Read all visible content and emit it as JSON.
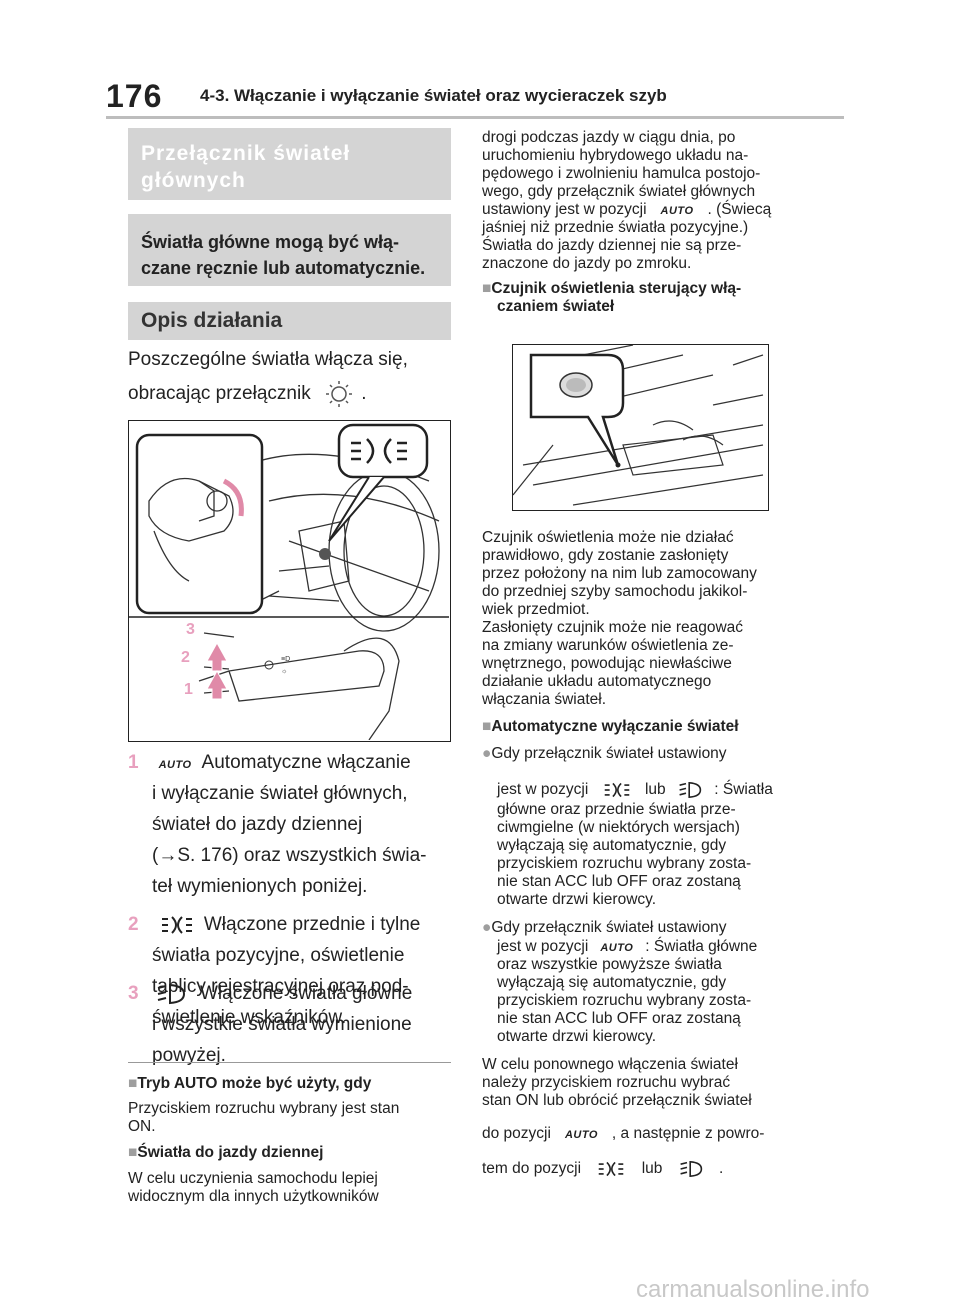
{
  "header": {
    "page_number": "176",
    "title": "4-3. Włączanie i wyłączanie świateł oraz wycieraczek szyb"
  },
  "box1": {
    "line1": "Przełącznik świateł",
    "line2": "głównych"
  },
  "box2": {
    "line1": "Światła główne mogą być włą-",
    "line2": "czane ręcznie lub automatycznie."
  },
  "box3": {
    "title": "Opis działania"
  },
  "intro": {
    "line1": "Poszczególne światła włącza się,",
    "line2": "obracając przełącznik",
    "end": "."
  },
  "figure1": {
    "label3": "3",
    "label2": "2",
    "label1": "1"
  },
  "items": [
    {
      "num": "1",
      "icon_text": "AUTO",
      "l1": "Automatyczne włączanie",
      "l2": "i wyłączanie świateł głównych,",
      "l3": "świateł do jazdy dziennej",
      "l4": "(→S. 176) oraz wszystkich świa-",
      "l5": "teł wymienionych poniżej."
    },
    {
      "num": "2",
      "l1": "Włączone przednie i tylne",
      "l2": "światła pozycyjne, oświetlenie",
      "l3": "tablicy rejestracyjnej oraz pod-",
      "l4": "świetlenie wskaźników."
    },
    {
      "num": "3",
      "l1": "Włączone światła główne",
      "l2": "i wszystkie światła wymienione",
      "l3": "powyżej."
    }
  ],
  "left_notes": {
    "h1": "Tryb AUTO może być użyty, gdy",
    "t1a": "Przyciskiem rozruchu wybrany jest stan",
    "t1b": "ON.",
    "h2": "Światła do jazdy dziennej",
    "t2a": "W celu uczynienia samochodu lepiej",
    "t2b": "widocznym dla innych użytkowników"
  },
  "right_col": {
    "p1": [
      "drogi podczas jazdy w ciągu dnia, po",
      "uruchomieniu hybrydowego układu na-",
      "pędowego i zwolnieniu hamulca postojo-",
      "wego, gdy przełącznik świateł głównych"
    ],
    "p1_l5a": "ustawiony jest w pozycji",
    "p1_l5b": ". (Świecą",
    "p1_rest": [
      "jaśniej niż przednie światła pozycyjne.)",
      "Światła do jazdy dziennej nie są prze-",
      "znaczone do jazdy po zmroku."
    ],
    "h1a": "Czujnik oświetlenia sterujący włą-",
    "h1b": "czaniem świateł",
    "p2": [
      "Czujnik oświetlenia może nie działać",
      "prawidłowo, gdy zostanie zasłonięty",
      "przez położony na nim lub zamocowany",
      "do przedniej szyby samochodu jakikol-",
      "wiek przedmiot.",
      "Zasłonięty czujnik może nie reagować",
      "na zmiany warunków oświetlenia ze-",
      "wnętrznego, powodując niewłaściwe",
      "działanie układu automatycznego",
      "włączania świateł."
    ],
    "h2": "Automatyczne wyłączanie świateł",
    "b1_l1": "Gdy przełącznik świateł ustawiony",
    "b1_l2a": "jest w pozycji",
    "b1_l2b": "lub",
    "b1_l2c": ": Światła",
    "b1_rest": [
      "główne oraz przednie światła prze-",
      "ciwmgielne (w niektórych wersjach)",
      "wyłączają się automatycznie, gdy",
      "przyciskiem rozruchu wybrany zosta-",
      "nie stan ACC lub OFF oraz zostaną",
      "otwarte drzwi kierowcy."
    ],
    "b2_l1": "Gdy przełącznik świateł ustawiony",
    "b2_l2a": "jest w pozycji",
    "b2_l2b": ": Światła główne",
    "b2_rest": [
      "oraz wszystkie powyższe światła",
      "wyłączają się automatycznie, gdy",
      "przyciskiem rozruchu wybrany zosta-",
      "nie stan ACC lub OFF oraz zostaną",
      "otwarte drzwi kierowcy."
    ],
    "p3": [
      "W celu ponownego włączenia świateł",
      "należy przyciskiem rozruchu wybrać",
      "stan ON lub obrócić przełącznik świateł"
    ],
    "p3_l4a": "do pozycji",
    "p3_l4b": ", a następnie z powro-",
    "p3_l5a": "tem do pozycji",
    "p3_l5b": "lub",
    "p3_l5c": "."
  },
  "icons": {
    "auto": "AUTO"
  },
  "colors": {
    "accent_pink": "#e8a0be",
    "box_gray": "#d4d4d4"
  },
  "watermark": "carmanualsonline.info"
}
